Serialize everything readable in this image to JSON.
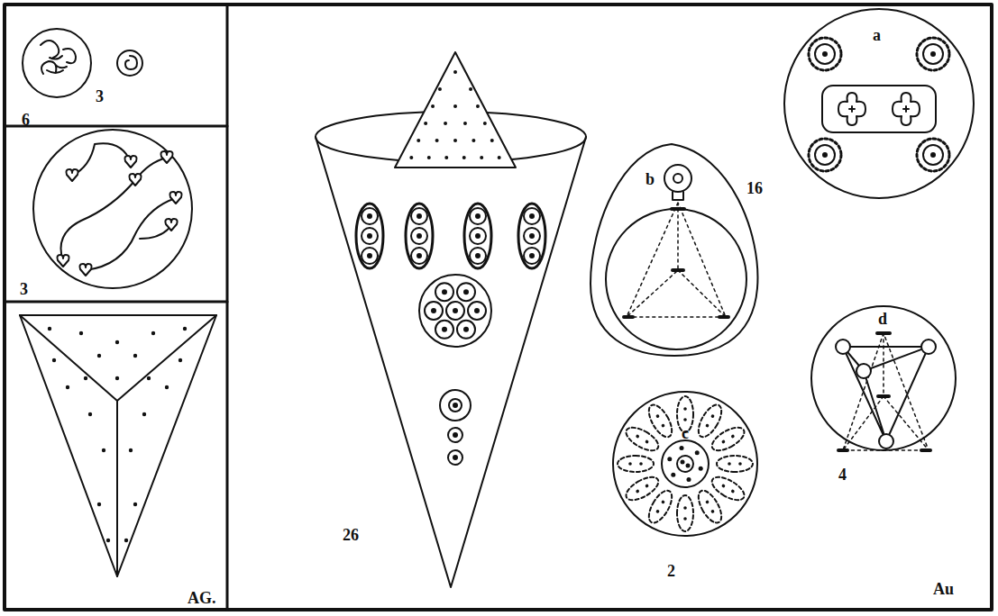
{
  "diagram": {
    "labels": [
      "6",
      "3",
      "3",
      "AG.",
      "26",
      "a",
      "b",
      "16",
      "c",
      "2",
      "d",
      "4",
      "Au"
    ]
  }
}
